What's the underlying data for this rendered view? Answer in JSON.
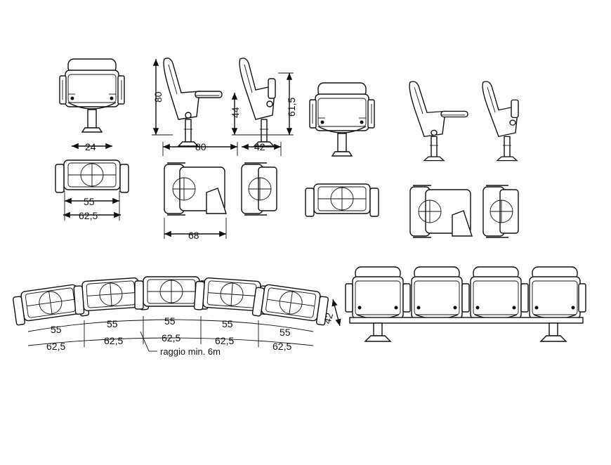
{
  "dimensions": {
    "front_base_width": "24",
    "front_seat_width": "55",
    "front_total_width": "62,5",
    "side_height": "80",
    "side_seat_height": "44",
    "side_arm_height": "61,5",
    "side_depth_open": "80",
    "side_depth_closed": "42",
    "plan_depth": "68",
    "curved_seat_width": "55",
    "curved_pitch": "62,5",
    "row_depth": "42"
  },
  "notes": {
    "radius": "raggio min. 6m"
  }
}
